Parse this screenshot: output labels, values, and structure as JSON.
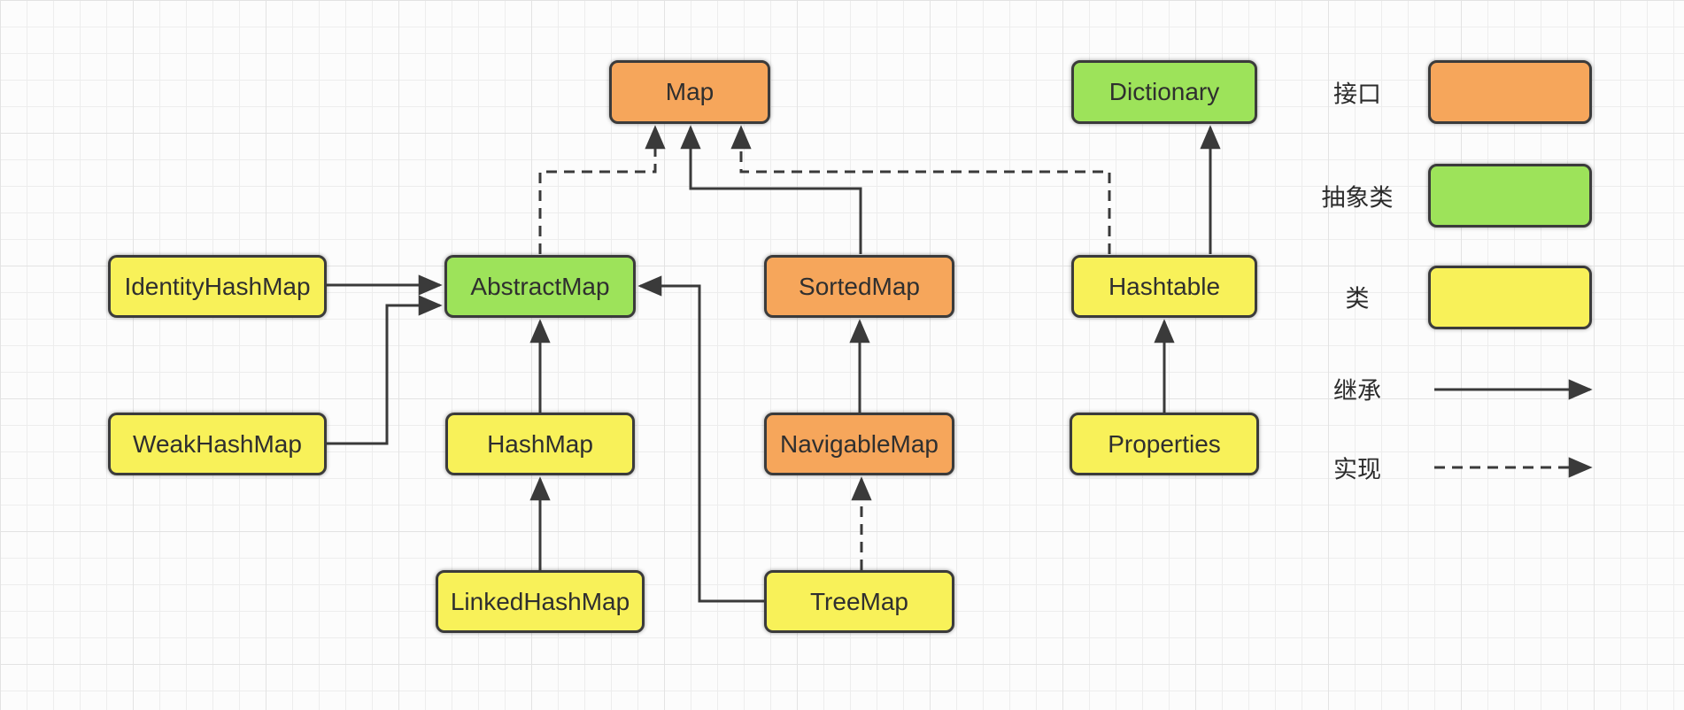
{
  "nodes": {
    "map": {
      "label": "Map",
      "type": "interface"
    },
    "dictionary": {
      "label": "Dictionary",
      "type": "abstract"
    },
    "identityhashmap": {
      "label": "IdentityHashMap",
      "type": "class"
    },
    "abstractmap": {
      "label": "AbstractMap",
      "type": "abstract"
    },
    "sortedmap": {
      "label": "SortedMap",
      "type": "interface"
    },
    "hashtable": {
      "label": "Hashtable",
      "type": "class"
    },
    "weakhashmap": {
      "label": "WeakHashMap",
      "type": "class"
    },
    "hashmap": {
      "label": "HashMap",
      "type": "class"
    },
    "navigablemap": {
      "label": "NavigableMap",
      "type": "interface"
    },
    "properties": {
      "label": "Properties",
      "type": "class"
    },
    "linkedhashmap": {
      "label": "LinkedHashMap",
      "type": "class"
    },
    "treemap": {
      "label": "TreeMap",
      "type": "class"
    }
  },
  "edges": [
    {
      "from": "IdentityHashMap",
      "to": "AbstractMap",
      "relation": "extends"
    },
    {
      "from": "WeakHashMap",
      "to": "AbstractMap",
      "relation": "extends"
    },
    {
      "from": "HashMap",
      "to": "AbstractMap",
      "relation": "extends"
    },
    {
      "from": "LinkedHashMap",
      "to": "HashMap",
      "relation": "extends"
    },
    {
      "from": "TreeMap",
      "to": "AbstractMap",
      "relation": "extends"
    },
    {
      "from": "NavigableMap",
      "to": "SortedMap",
      "relation": "extends"
    },
    {
      "from": "SortedMap",
      "to": "Map",
      "relation": "extends"
    },
    {
      "from": "Properties",
      "to": "Hashtable",
      "relation": "extends"
    },
    {
      "from": "Hashtable",
      "to": "Dictionary",
      "relation": "extends"
    },
    {
      "from": "AbstractMap",
      "to": "Map",
      "relation": "implements"
    },
    {
      "from": "Hashtable",
      "to": "Map",
      "relation": "implements"
    },
    {
      "from": "TreeMap",
      "to": "NavigableMap",
      "relation": "implements"
    }
  ],
  "legend": {
    "interface_label": "接口",
    "abstract_label": "抽象类",
    "class_label": "类",
    "extends_label": "继承",
    "implements_label": "实现"
  },
  "colors": {
    "interface": "#f6a65b",
    "abstract": "#9de35a",
    "class": "#f8f159",
    "border": "#3b3b3b",
    "line": "#3a3a3a",
    "grid-minor": "#ededed",
    "grid-major": "#e3e3e3"
  }
}
